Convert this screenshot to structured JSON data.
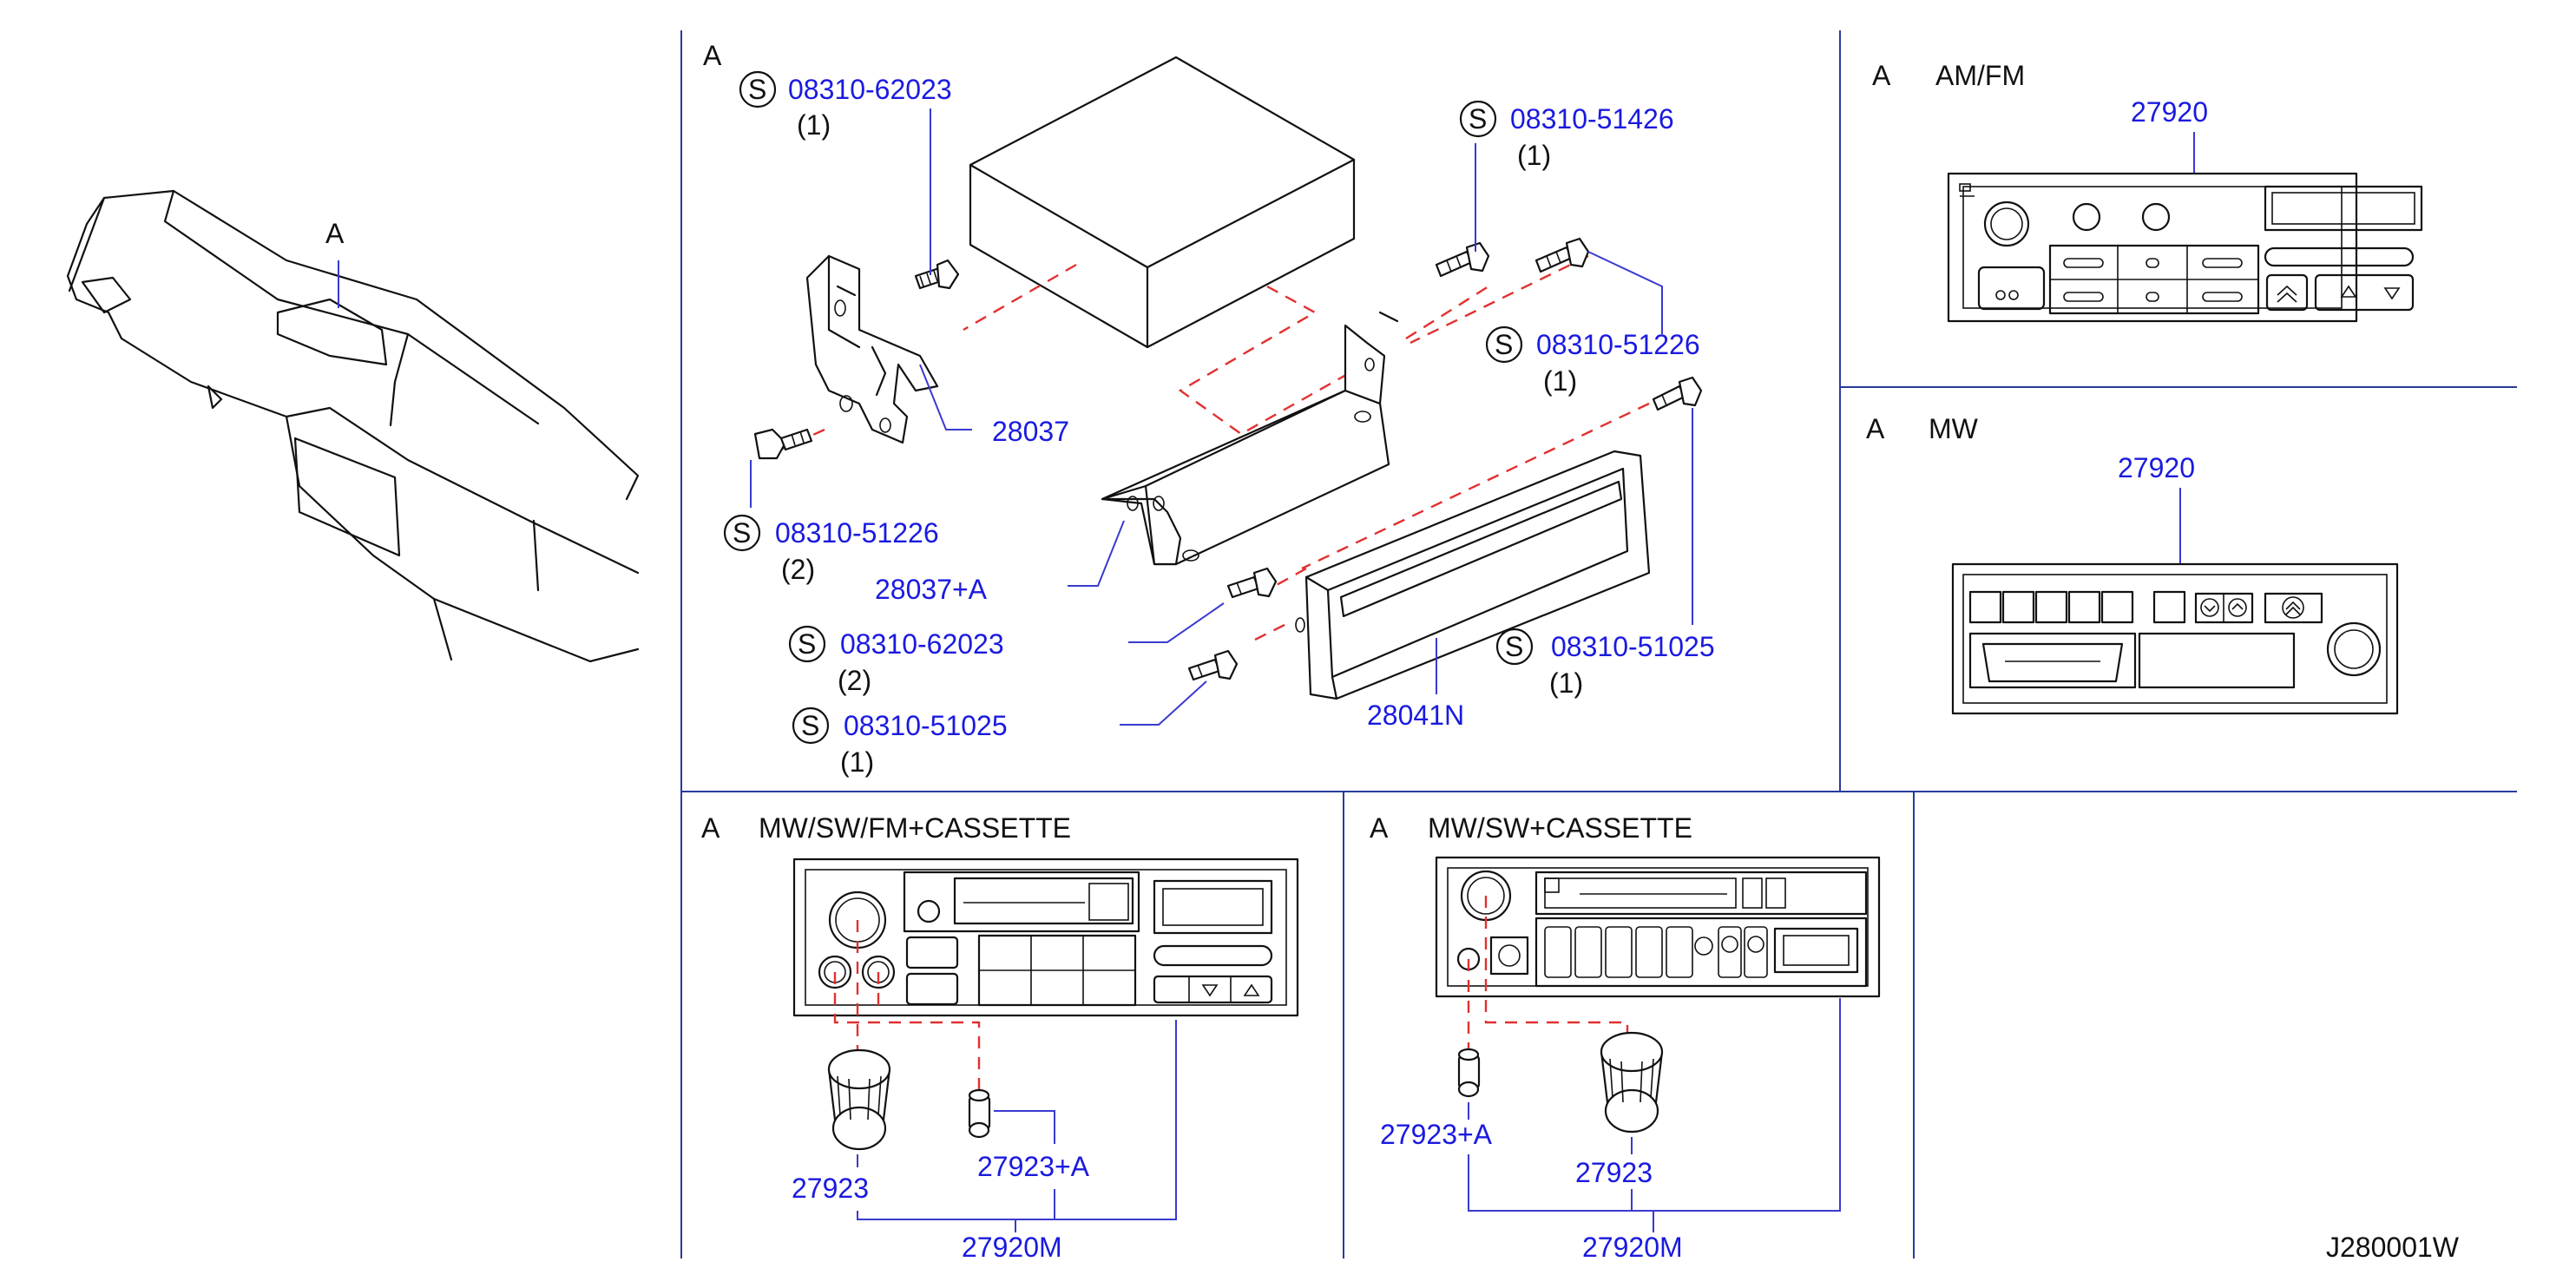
{
  "diagram_id": "J280001W",
  "overview": {
    "view_label": "A"
  },
  "main_panel": {
    "view_label": "A",
    "parts": {
      "s_top_left": {
        "code": "S",
        "number": "08310-62023",
        "qty": "(1)"
      },
      "s_top_right": {
        "code": "S",
        "number": "08310-51426",
        "qty": "(1)"
      },
      "s_right_mid": {
        "code": "S",
        "number": "08310-51226",
        "qty": "(1)"
      },
      "s_left_mid": {
        "code": "S",
        "number": "08310-51226",
        "qty": "(2)"
      },
      "s_low_left": {
        "code": "S",
        "number": "08310-62023",
        "qty": "(2)"
      },
      "s_bottom_left": {
        "code": "S",
        "number": "08310-51025",
        "qty": "(1)"
      },
      "s_right_low": {
        "code": "S",
        "number": "08310-51025",
        "qty": "(1)"
      },
      "bracket_left": "28037",
      "bracket_left_a": "28037+A",
      "bezel": "28041N"
    }
  },
  "panel_amfm": {
    "view_label": "A",
    "title": "AM/FM",
    "part": "27920"
  },
  "panel_mw": {
    "view_label": "A",
    "title": "MW",
    "part": "27920"
  },
  "panel_mwswfm": {
    "view_label": "A",
    "title": "MW/SW/FM+CASSETTE",
    "knob": "27923",
    "knob_a": "27923+A",
    "unit": "27920M"
  },
  "panel_mwsw": {
    "view_label": "A",
    "title": "MW/SW+CASSETTE",
    "knob": "27923",
    "knob_a": "27923+A",
    "unit": "27920M"
  },
  "colors": {
    "part_number": "#1a1ae0",
    "leader": "#3a3ad0",
    "hidden_line": "#e23030",
    "divider": "#2a3a9a"
  }
}
